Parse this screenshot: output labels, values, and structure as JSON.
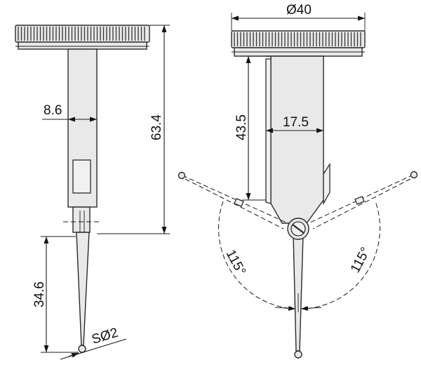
{
  "dimensions": {
    "stem_width": "8.6",
    "total_height": "63.4",
    "stylus_length": "34.6",
    "ball_diameter": "SØ2",
    "dial_diameter": "Ø40",
    "body_height": "43.5",
    "body_width": "17.5",
    "swivel_angle_left": "115°",
    "swivel_angle_right": "115°"
  },
  "colors": {
    "part_fill": "#e9e9e9",
    "outline": "#2a2a2a"
  }
}
